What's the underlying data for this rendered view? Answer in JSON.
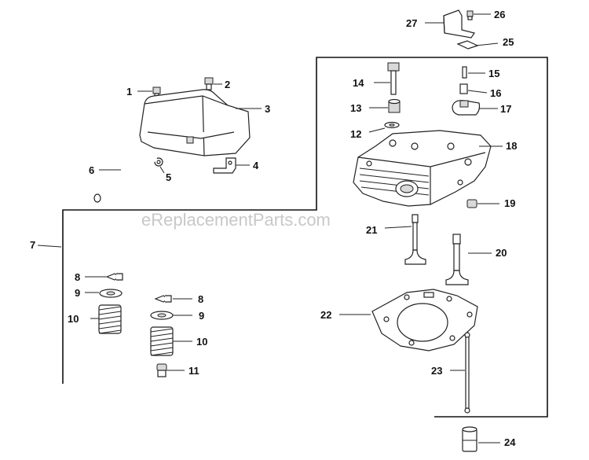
{
  "watermark": "eReplacementParts.com",
  "labels": {
    "l1": "1",
    "l2": "2",
    "l3": "3",
    "l4": "4",
    "l5": "5",
    "l6": "6",
    "l7": "7",
    "l8a": "8",
    "l8b": "8",
    "l9a": "9",
    "l9b": "9",
    "l10a": "10",
    "l10b": "10",
    "l11": "11",
    "l12": "12",
    "l13": "13",
    "l14": "14",
    "l15": "15",
    "l16": "16",
    "l17": "17",
    "l18": "18",
    "l19": "19",
    "l20": "20",
    "l21": "21",
    "l22": "22",
    "l23": "23",
    "l24": "24",
    "l25": "25",
    "l26": "26",
    "l27": "27"
  }
}
